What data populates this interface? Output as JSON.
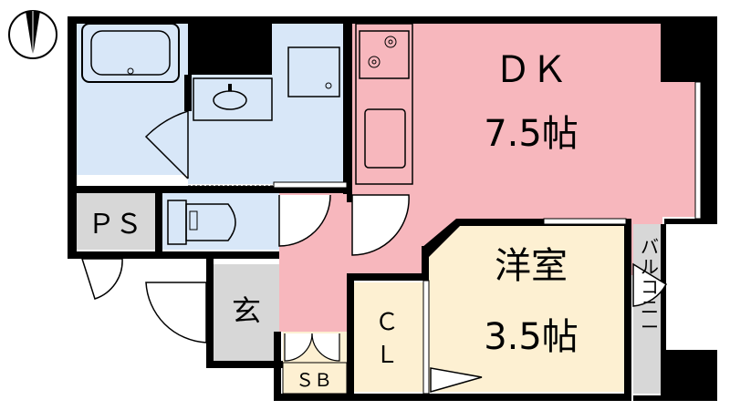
{
  "colors": {
    "wall": "#000000",
    "wet_area": "#d8e7f8",
    "dining_kitchen": "#f7b7bd",
    "western_room": "#fdf0d2",
    "service_area": "#d7d7d7",
    "closet_sb": "#fdf0d2",
    "balcony": "#d7d7d7"
  },
  "icons": {
    "compass": "north-arrow-icon",
    "stove": "two-burner-stove-icon",
    "sink": "kitchen-sink-icon",
    "bathtub": "bathtub-icon",
    "washbasin": "washbasin-icon",
    "toilet": "toilet-icon"
  },
  "rooms": {
    "dk_name": "ＤＫ",
    "dk_size": "7.5帖",
    "western_name": "洋室",
    "western_size": "3.5帖",
    "ps": "ＰＳ",
    "entrance": "玄",
    "closet_top": "Ｃ",
    "closet_bottom": "Ｌ",
    "shoe_box": "ＳＢ",
    "balcony": [
      "バ",
      "ル",
      "コ",
      "ニ",
      "ー"
    ]
  }
}
